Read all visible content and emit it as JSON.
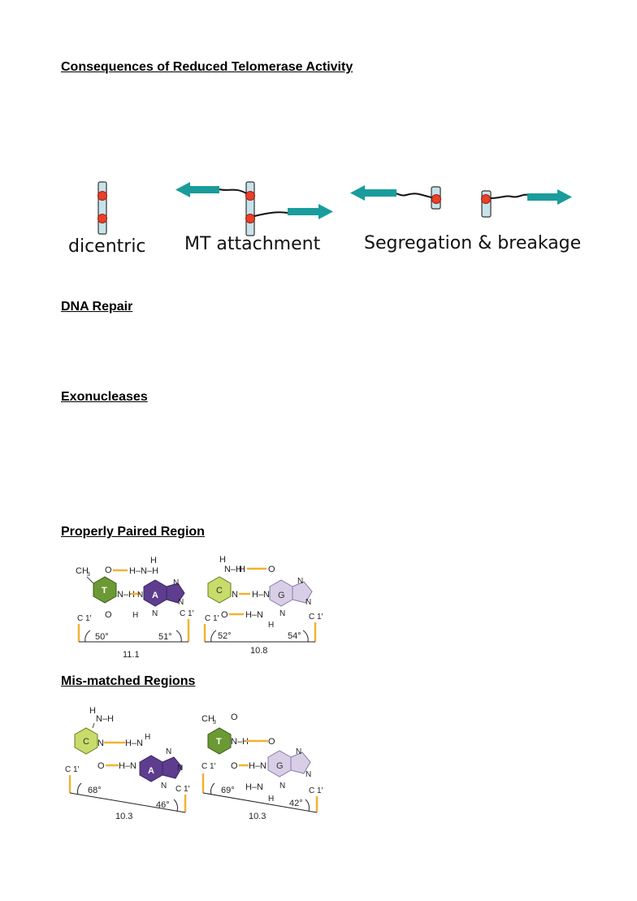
{
  "headings": {
    "telomerase": "Consequences of Reduced Telomerase Activity",
    "dna_repair": "DNA Repair",
    "exonucleases": "Exonucleases",
    "proper": "Properly Paired Region",
    "mismatch": "Mis-matched Regions"
  },
  "telomere_figure": {
    "labels": {
      "dicentric": "dicentric",
      "mt_attachment": "MT attachment",
      "segregation": "Segregation & breakage"
    },
    "colors": {
      "chromosome": "#c7e3ea",
      "centromere": "#e8402a",
      "arrow": "#1a9c9c"
    }
  },
  "base_pairs": {
    "colors": {
      "T": "#6b9a34",
      "A": "#5e3d8f",
      "C": "#c7dc6a",
      "G": "#d8cfe6",
      "hbond": "#f2b233"
    },
    "atoms": {
      "N": "N",
      "O": "O",
      "H": "H",
      "H2N": "H–N",
      "NH2": "N–H",
      "NH": "N–H",
      "HN": "H–N",
      "NH_long": "N–H",
      "H_N_H": "H–N–H",
      "CH": "CH",
      "sub3": "3",
      "C1": "C 1′"
    },
    "pairs": [
      {
        "bases": [
          "T",
          "A"
        ],
        "angles": [
          "50°",
          "51°"
        ],
        "distance": "11.1"
      },
      {
        "bases": [
          "C",
          "G"
        ],
        "angles": [
          "52°",
          "54°"
        ],
        "distance": "10.8"
      },
      {
        "bases": [
          "C",
          "A"
        ],
        "angles": [
          "68°",
          "46°"
        ],
        "distance": "10.3"
      },
      {
        "bases": [
          "T",
          "G"
        ],
        "angles": [
          "69°",
          "42°"
        ],
        "distance": "10.3"
      }
    ]
  }
}
